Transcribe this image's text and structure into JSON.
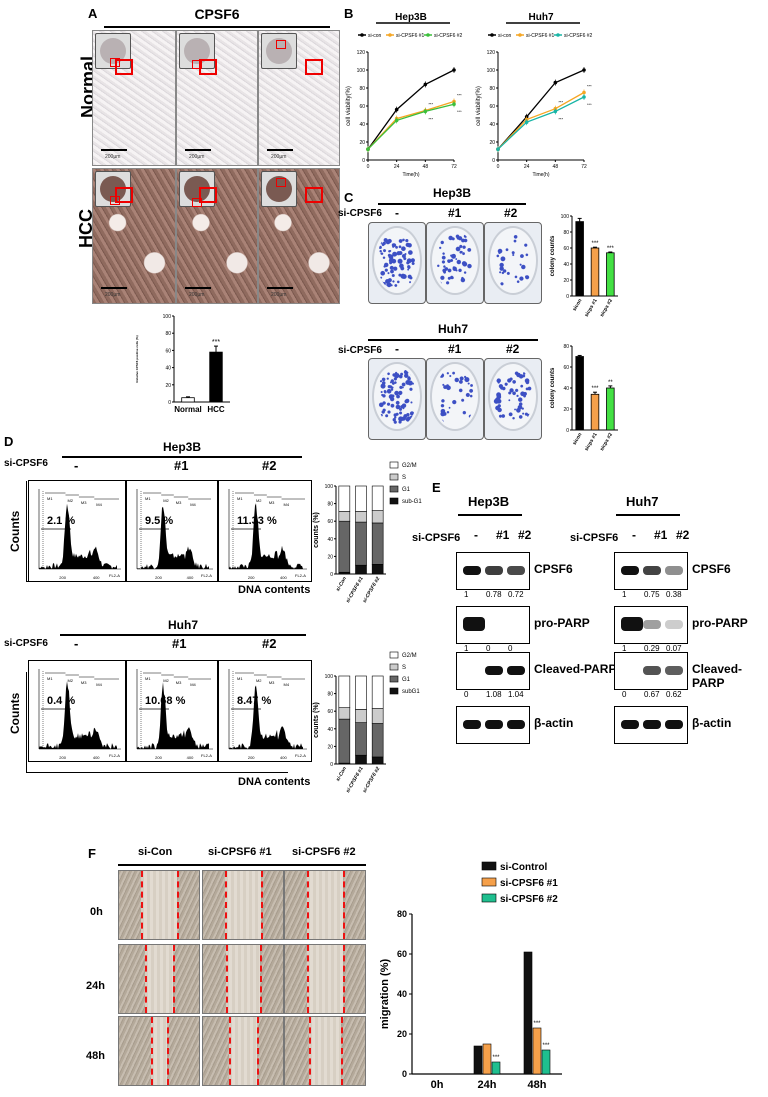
{
  "panel_letters": {
    "a": "A",
    "b": "B",
    "c": "C",
    "d": "D",
    "e": "E",
    "f": "F"
  },
  "panelA": {
    "title": "CPSF6",
    "row_labels": [
      "Normal",
      "HCC"
    ],
    "scale_bar": "200µm",
    "colors": {
      "zoom_box": "#e00000",
      "stain_hcc": "#8f6a5e",
      "stain_normal": "#e8e4e6"
    }
  },
  "chart_data": [
    {
      "id": "A-quant",
      "type": "bar",
      "categories": [
        "Normal",
        "HCC"
      ],
      "values": [
        5,
        58
      ],
      "errors": [
        1,
        7
      ],
      "ylabel": "Relative CPSF6 positive cells (%)",
      "ylim": [
        0,
        100
      ],
      "yticks": [
        0,
        20,
        40,
        60,
        80,
        100
      ],
      "significance": [
        "",
        "***"
      ],
      "colors": [
        "#ffffff",
        "#000000"
      ]
    },
    {
      "id": "B-hep3b",
      "type": "line",
      "title": "Hep3B",
      "x": [
        0,
        24,
        48,
        72
      ],
      "series": [
        {
          "name": "si-con",
          "values": [
            12,
            56,
            84,
            100
          ],
          "color": "#000000"
        },
        {
          "name": "si-CPSF6 #1",
          "values": [
            12,
            46,
            55,
            65
          ],
          "color": "#f5a623"
        },
        {
          "name": "si-CPSF6 #2",
          "values": [
            12,
            44,
            54,
            62
          ],
          "color": "#3bbf3b"
        }
      ],
      "xlabel": "Time(h)",
      "ylabel": "cell viability(%)",
      "ylim": [
        0,
        120
      ],
      "yticks": [
        0,
        20,
        40,
        60,
        80,
        100,
        120
      ],
      "xticks": [
        0,
        24,
        48,
        72
      ],
      "significance": [
        "***",
        "***"
      ],
      "legend": "top"
    },
    {
      "id": "B-huh7",
      "type": "line",
      "title": "Huh7",
      "x": [
        0,
        24,
        48,
        72
      ],
      "series": [
        {
          "name": "si-con",
          "values": [
            12,
            48,
            86,
            100
          ],
          "color": "#000000"
        },
        {
          "name": "si-CPSF6 #1",
          "values": [
            12,
            45,
            57,
            75
          ],
          "color": "#f5a623"
        },
        {
          "name": "si-CPSF6 #2",
          "values": [
            12,
            42,
            54,
            70
          ],
          "color": "#19b5a6"
        }
      ],
      "xlabel": "Time(h)",
      "ylabel": "cell viability(%)",
      "ylim": [
        0,
        120
      ],
      "yticks": [
        0,
        20,
        40,
        60,
        80,
        100,
        120
      ],
      "xticks": [
        0,
        24,
        48,
        72
      ],
      "significance": [
        "***",
        "***"
      ],
      "legend": "top"
    },
    {
      "id": "C-hep3b",
      "type": "bar",
      "categories": [
        "sicon",
        "sicps #1",
        "sicps #2"
      ],
      "values": [
        93,
        60,
        54
      ],
      "errors": [
        4,
        1,
        1
      ],
      "ylabel": "colony counts",
      "ylim": [
        0,
        100
      ],
      "yticks": [
        0,
        20,
        40,
        60,
        80,
        100
      ],
      "significance": [
        "",
        "***",
        "***"
      ],
      "colors": [
        "#000000",
        "#f5a04a",
        "#43e043"
      ]
    },
    {
      "id": "C-huh7",
      "type": "bar",
      "categories": [
        "sicon",
        "sicps #1",
        "sicps #2"
      ],
      "values": [
        70,
        34,
        40
      ],
      "errors": [
        1,
        2,
        2
      ],
      "ylabel": "colony counts",
      "ylim": [
        0,
        80
      ],
      "yticks": [
        0,
        20,
        40,
        60,
        80
      ],
      "significance": [
        "",
        "***",
        "**"
      ],
      "colors": [
        "#000000",
        "#f5a04a",
        "#43e043"
      ]
    },
    {
      "id": "D-hep3b",
      "type": "bar",
      "stacked": true,
      "categories": [
        "si-Con",
        "si-CPSF6 #1",
        "si-CPSF6 #2"
      ],
      "series": [
        {
          "name": "sub-G1",
          "values": [
            2,
            10,
            11
          ],
          "color": "#111111"
        },
        {
          "name": "G1",
          "values": [
            58,
            49,
            47
          ],
          "color": "#666666"
        },
        {
          "name": "S",
          "values": [
            11,
            12,
            14
          ],
          "color": "#cccccc"
        },
        {
          "name": "G2/M",
          "values": [
            29,
            29,
            28
          ],
          "color": "#ffffff"
        }
      ],
      "ylabel": "counts (%)",
      "ylim": [
        0,
        100
      ],
      "yticks": [
        0,
        20,
        40,
        60,
        80,
        100
      ],
      "legend": "top-right"
    },
    {
      "id": "D-huh7",
      "type": "bar",
      "stacked": true,
      "categories": [
        "si-Con",
        "si-CPSF6 #1",
        "si-CPSF6 #2"
      ],
      "series": [
        {
          "name": "subG1",
          "values": [
            1,
            10,
            8
          ],
          "color": "#111111"
        },
        {
          "name": "G1",
          "values": [
            50,
            37,
            38
          ],
          "color": "#666666"
        },
        {
          "name": "S",
          "values": [
            13,
            15,
            17
          ],
          "color": "#cccccc"
        },
        {
          "name": "G2/M",
          "values": [
            36,
            38,
            37
          ],
          "color": "#ffffff"
        }
      ],
      "ylabel": "counts (%)",
      "ylim": [
        0,
        100
      ],
      "yticks": [
        0,
        20,
        40,
        60,
        80,
        100
      ],
      "legend": "top-right"
    },
    {
      "id": "F-migration",
      "type": "bar",
      "categories": [
        "0h",
        "24h",
        "48h"
      ],
      "series": [
        {
          "name": "si-Control",
          "values": [
            0,
            14,
            61
          ],
          "color": "#111111"
        },
        {
          "name": "si-CPSF6 #1",
          "values": [
            0,
            15,
            23
          ],
          "color": "#f5a04a"
        },
        {
          "name": "si-CPSF6 #2",
          "values": [
            0,
            6,
            12
          ],
          "color": "#1fbf8f"
        }
      ],
      "significance": [
        [
          "",
          "",
          ""
        ],
        [
          "",
          "",
          "***"
        ],
        [
          "",
          "***",
          "***"
        ]
      ],
      "ylabel": "migration (%)",
      "ylim": [
        0,
        80
      ],
      "yticks": [
        0,
        20,
        40,
        60,
        80
      ],
      "legend": "top"
    }
  ],
  "panelC": {
    "hep3b_title": "Hep3B",
    "huh7_title": "Huh7",
    "row_label": "si-CPSF6",
    "lanes": [
      "-",
      "#1",
      "#2"
    ],
    "colony_density": {
      "hep3b": [
        0.9,
        0.55,
        0.3
      ],
      "huh7": [
        1.0,
        0.35,
        0.6
      ]
    },
    "colony_color": "#3c4fc4"
  },
  "panelD": {
    "hep3b_title": "Hep3B",
    "huh7_title": "Huh7",
    "row_label": "si-CPSF6",
    "ylabel": "Counts",
    "xlabel": "DNA contents",
    "lanes": [
      "-",
      "#1",
      "#2"
    ],
    "hep3b_subg1": [
      "2.1 %",
      "9.5 %",
      "11.33 %"
    ],
    "huh7_subg1": [
      "0.4 %",
      "10.68 %",
      "8.47 %"
    ],
    "gates": [
      "M1",
      "M2",
      "M3",
      "M4"
    ],
    "axis_x": "FL2-A",
    "axis_ticks": [
      "0",
      "200",
      "400"
    ]
  },
  "panelE": {
    "hep3b": {
      "title": "Hep3B",
      "row_label": "si-CPSF6",
      "lanes": [
        "-",
        "#1",
        "#2"
      ],
      "blots": [
        {
          "name": "CPSF6",
          "values": [
            "1",
            "0.78",
            "0.72"
          ],
          "intensity": [
            1,
            0.78,
            0.72
          ]
        },
        {
          "name": "pro-PARP",
          "values": [
            "1",
            "0",
            "0"
          ],
          "intensity": [
            1,
            0,
            0
          ]
        },
        {
          "name": "Cleaved-PARP",
          "values": [
            "0",
            "1.08",
            "1.04"
          ],
          "intensity": [
            0,
            1.08,
            1.04
          ]
        },
        {
          "name": "β-actin",
          "values": [],
          "intensity": [
            1,
            1,
            1
          ]
        }
      ]
    },
    "huh7": {
      "title": "Huh7",
      "row_label": "si-CPSF6",
      "lanes": [
        "-",
        "#1",
        "#2"
      ],
      "blots": [
        {
          "name": "CPSF6",
          "values": [
            "1",
            "0.75",
            "0.38"
          ],
          "intensity": [
            1,
            0.75,
            0.38
          ]
        },
        {
          "name": "pro-PARP",
          "values": [
            "1",
            "0.29",
            "0.07"
          ],
          "intensity": [
            1,
            0.29,
            0.07
          ]
        },
        {
          "name": "Cleaved-PARP",
          "values": [
            "0",
            "0.67",
            "0.62"
          ],
          "intensity": [
            0,
            0.67,
            0.62
          ]
        },
        {
          "name": "β-actin",
          "values": [],
          "intensity": [
            1,
            1,
            1
          ]
        }
      ]
    }
  },
  "panelF": {
    "columns": [
      "si-Con",
      "si-CPSF6 #1",
      "si-CPSF6 #2"
    ],
    "rows": [
      "0h",
      "24h",
      "48h"
    ],
    "gap_fraction": [
      [
        0.45,
        0.45,
        0.45
      ],
      [
        0.34,
        0.42,
        0.44
      ],
      [
        0.2,
        0.36,
        0.4
      ]
    ],
    "dash_color": "#ee1111"
  }
}
